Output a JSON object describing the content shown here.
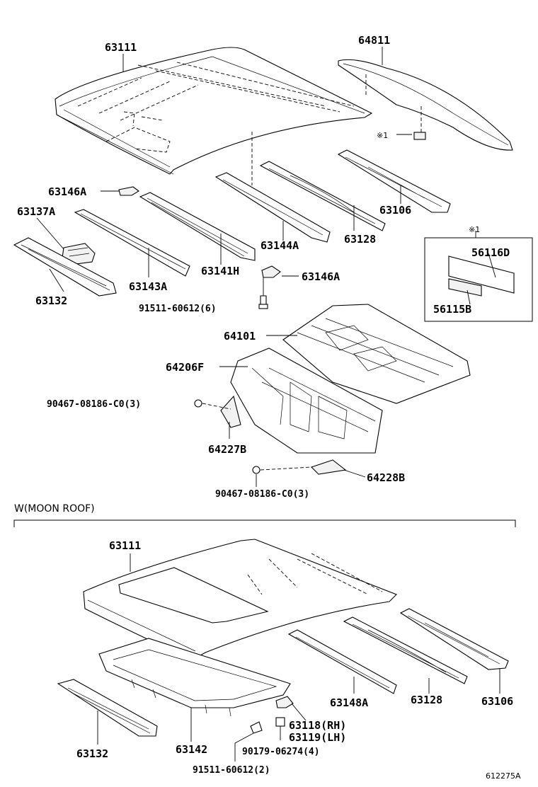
{
  "diagram": {
    "labels": {
      "roof_panel_top": "63111",
      "back_window_panel": "64811",
      "note_ref": "※1",
      "bracket_left_top": "63146A",
      "rail_63137A": "63137A",
      "front_header": "63132",
      "bow_63143A": "63143A",
      "bow_63141H": "63141H",
      "bracket_right": "63146A",
      "bolt_91511_top": "91511-60612(6)",
      "reinf_63144A": "63144A",
      "reinf_63128_top": "63128",
      "reinf_63106_top": "63106",
      "kit_note_ref": "※1",
      "kit_56116D": "56116D",
      "kit_56115B": "56115B",
      "rear_floor_64101": "64101",
      "upper_back_64206F": "64206F",
      "clip_90467_upper": "90467-08186-C0(3)",
      "brace_64227B": "64227B",
      "brace_64228B": "64228B",
      "clip_90467_lower": "90467-08186-C0(3)",
      "section_title": "W(MOON ROOF)",
      "roof_panel_moon": "63111",
      "reinf_63148A": "63148A",
      "reinf_63128_bottom": "63128",
      "reinf_63106_bottom": "63106",
      "front_header_bottom": "63132",
      "housing_63142": "63142",
      "bracket_rh": "63118(RH)",
      "bracket_lh": "63119(LH)",
      "nut_90179": "90179-06274(4)",
      "bolt_91511_bottom": "91511-60612(2)",
      "drawing_id": "612275A"
    }
  }
}
